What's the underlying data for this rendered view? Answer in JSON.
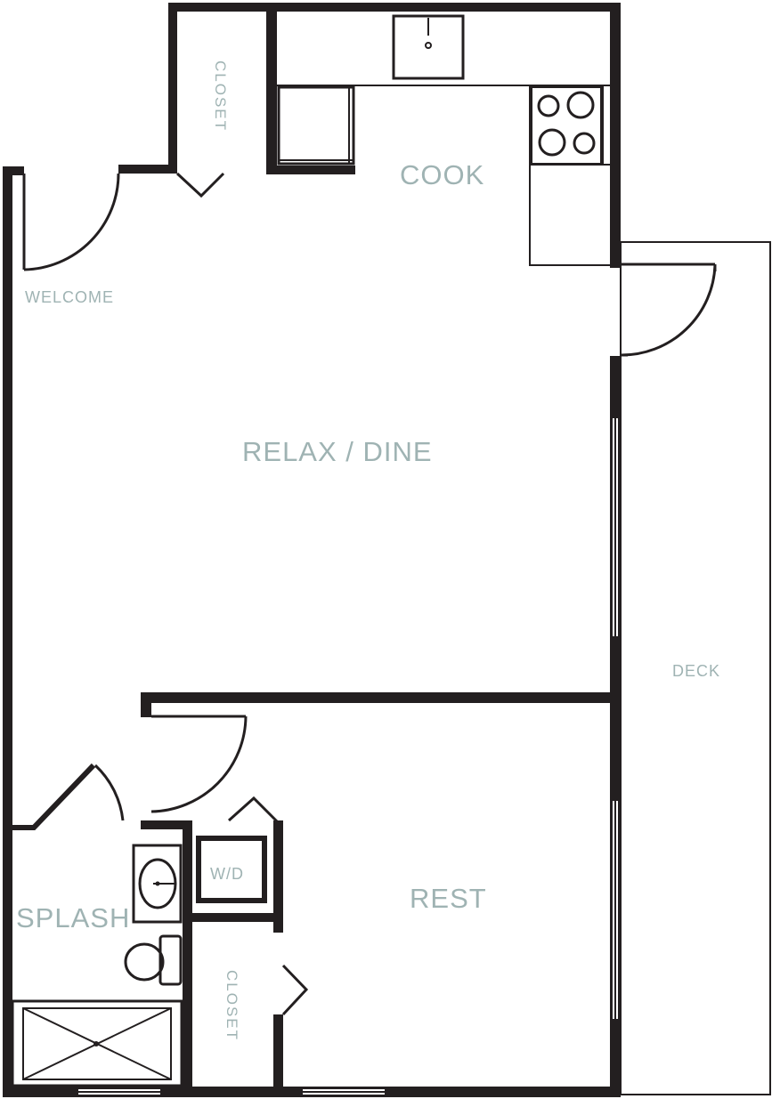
{
  "rooms": {
    "closet_top": "CLOSET",
    "cook": "COOK",
    "welcome": "WELCOME",
    "relax_dine": "RELAX / DINE",
    "deck": "DECK",
    "splash": "SPLASH",
    "wd": "W/D",
    "rest": "REST",
    "closet_bottom": "CLOSET"
  },
  "colors": {
    "wall": "#231f20",
    "label": "#9fb3b3"
  }
}
